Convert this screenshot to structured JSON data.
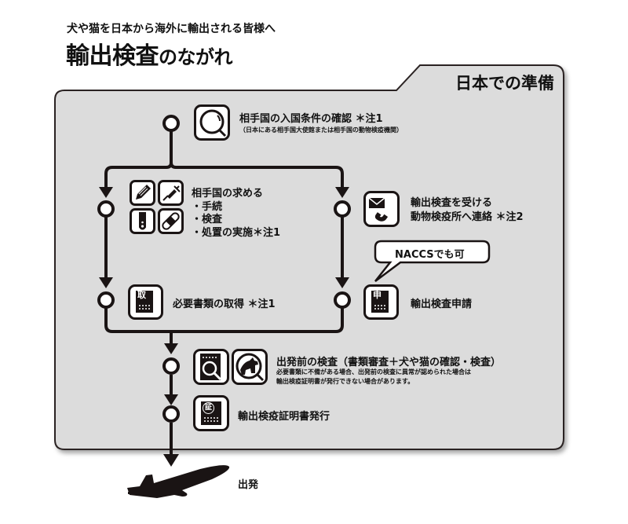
{
  "header": {
    "subtitle": "犬や猫を日本から海外に輸出される皆様へ",
    "title_main": "輸出検査",
    "title_kana": "のながれ"
  },
  "panel": {
    "label": "日本での準備",
    "background": "#dcdcdc",
    "border": "#2a2222"
  },
  "steps": {
    "confirm": {
      "icon": "magnifier-icon",
      "title": "相手国の入国条件の確認 ＊注1",
      "note": "（日本にある相手国大使館または相手国の動物検疫機関）"
    },
    "requirements": {
      "icons": [
        "pencil-icon",
        "syringe-icon",
        "test-tube-icon",
        "bandage-icon"
      ],
      "title": "相手国の求める",
      "items": [
        "・手続",
        "・検査",
        "・処置の実施＊注1"
      ]
    },
    "contact": {
      "icon": "mail-phone-icon",
      "line1": "輸出検査を受ける",
      "line2": "動物検疫所へ連絡 ＊注2"
    },
    "bubble": {
      "text": "NACCSでも可"
    },
    "documents": {
      "icon": "document-icon",
      "icon_char": "取",
      "title": "必要書類の取得 ＊注1"
    },
    "application": {
      "icon": "document-icon",
      "icon_char": "申",
      "title": "輸出検査申請"
    },
    "inspection": {
      "icons": [
        "document-search-icon",
        "animal-search-icon"
      ],
      "title": "出発前の検査（書類審査＋犬や猫の確認・検査）",
      "note_line1": "必要書類に不備がある場合、出発前の検査に異常が認められた場合は",
      "note_line2": "輸出検疫証明書が発行できない場合があります。"
    },
    "certificate": {
      "icon": "certificate-icon",
      "icon_char": "証",
      "title": "輸出検疫証明書発行"
    },
    "departure": {
      "icon": "airplane-icon",
      "title": "出発"
    }
  }
}
